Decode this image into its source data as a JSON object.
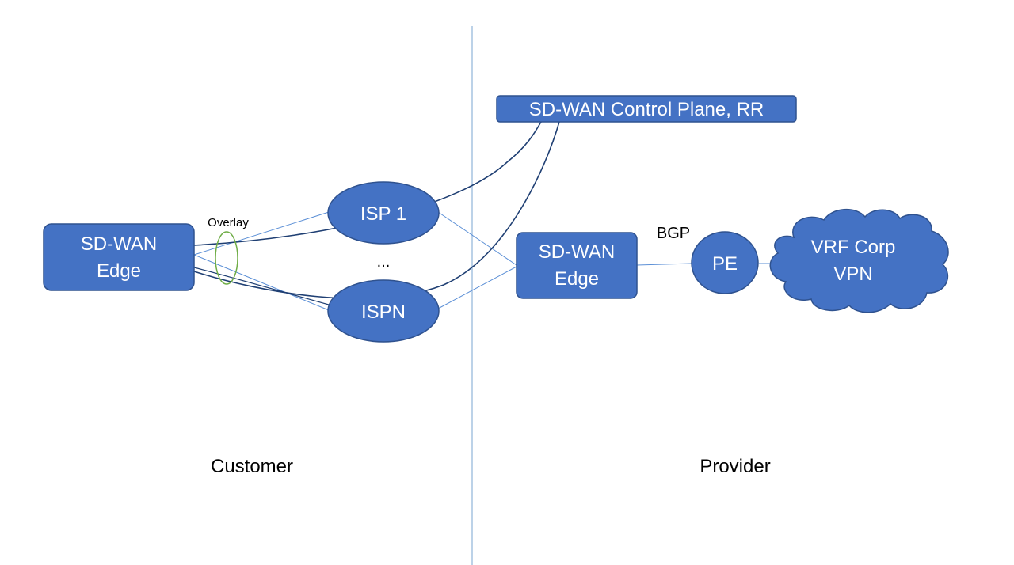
{
  "colors": {
    "node_fill": "#4472c4",
    "node_stroke": "#2f528f",
    "thin_link": "#5b8fd6",
    "overlay_tunnel": "#1f3f73",
    "divider": "#8fb3d9",
    "overlay_ring": "#70ad47"
  },
  "nodes": {
    "customer_edge": {
      "line1": "SD-WAN",
      "line2": "Edge"
    },
    "isp1": {
      "label": "ISP 1"
    },
    "ispn": {
      "label": "ISPN"
    },
    "control_plane": {
      "label": "SD-WAN Control Plane, RR"
    },
    "provider_edge": {
      "line1": "SD-WAN",
      "line2": "Edge"
    },
    "pe": {
      "label": "PE"
    },
    "vrf_cloud": {
      "line1": "VRF Corp",
      "line2": "VPN"
    }
  },
  "labels": {
    "overlay": "Overlay",
    "ellipsis": "...",
    "bgp": "BGP",
    "customer": "Customer",
    "provider": "Provider"
  }
}
